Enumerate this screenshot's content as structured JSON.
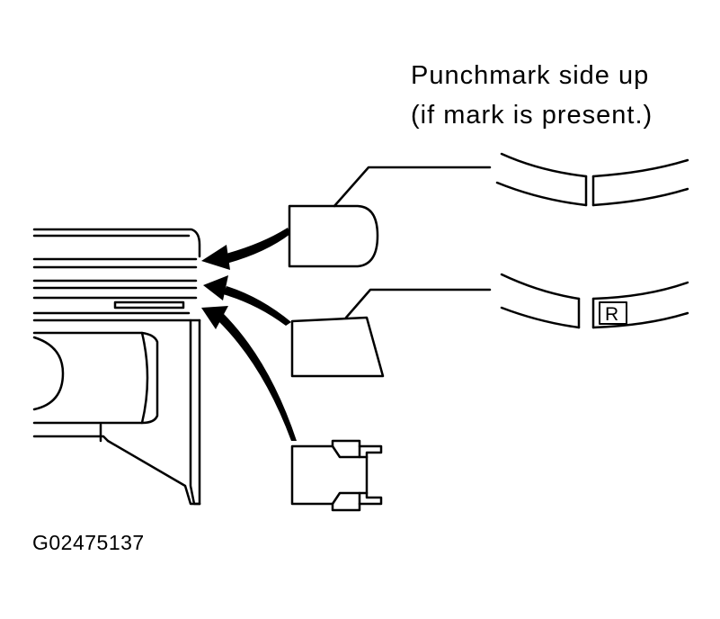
{
  "annotation": {
    "line1": "Punchmark side up",
    "line2": "(if mark is present.)"
  },
  "ring_mark": "R",
  "figure_id": "G02475137",
  "colors": {
    "ink": "#000000",
    "paper": "#ffffff"
  }
}
